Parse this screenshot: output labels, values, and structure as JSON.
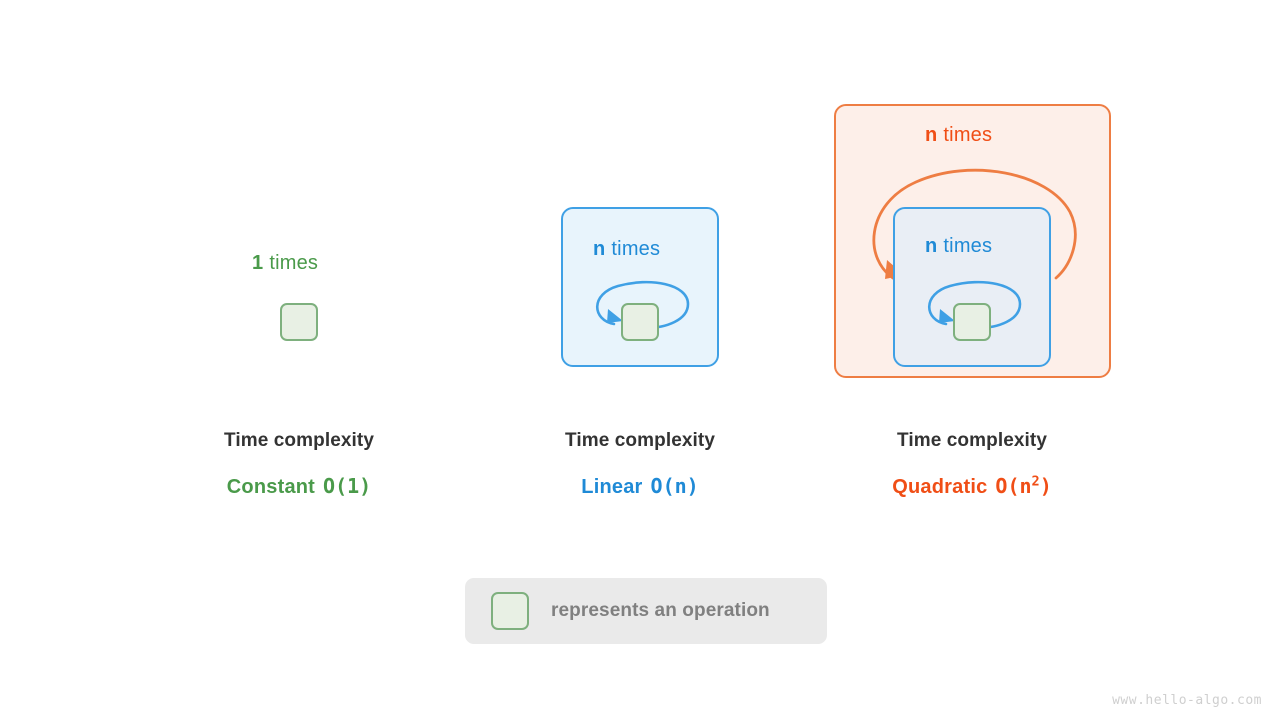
{
  "diagram": {
    "watermark": "www.hello-algo.com",
    "colors": {
      "green": "#4a9a4a",
      "blue": "#1f8ad6",
      "orange": "#f04e16",
      "op_fill": "#e8f0e4",
      "op_border": "#7eb07e",
      "blue_fill": "#e8f4fc",
      "blue_inner_fill": "#e9eef5",
      "blue_border": "#3fa0e5",
      "orange_fill": "#fdefe9",
      "orange_border": "#ee7d43",
      "caption_title": "#333333",
      "legend_bg": "#eaeaea",
      "legend_text": "#808080"
    },
    "panels": [
      {
        "id": "constant",
        "loops": [
          {
            "count": "1",
            "unit": "times",
            "color": "green"
          }
        ],
        "caption": {
          "title": "Time complexity",
          "name": "Constant",
          "notation": "O(1)",
          "exponent": "",
          "color": "green"
        }
      },
      {
        "id": "linear",
        "loops": [
          {
            "count": "n",
            "unit": "times",
            "color": "blue"
          }
        ],
        "caption": {
          "title": "Time complexity",
          "name": "Linear",
          "notation": "O(n)",
          "exponent": "",
          "color": "blue"
        }
      },
      {
        "id": "quadratic",
        "loops": [
          {
            "count": "n",
            "unit": "times",
            "color": "orange"
          },
          {
            "count": "n",
            "unit": "times",
            "color": "blue"
          }
        ],
        "caption": {
          "title": "Time complexity",
          "name": "Quadratic",
          "notation": "O(n",
          "exponent": "2",
          "notation_tail": ")",
          "color": "orange"
        }
      }
    ],
    "legend": {
      "text": "represents an operation"
    }
  }
}
